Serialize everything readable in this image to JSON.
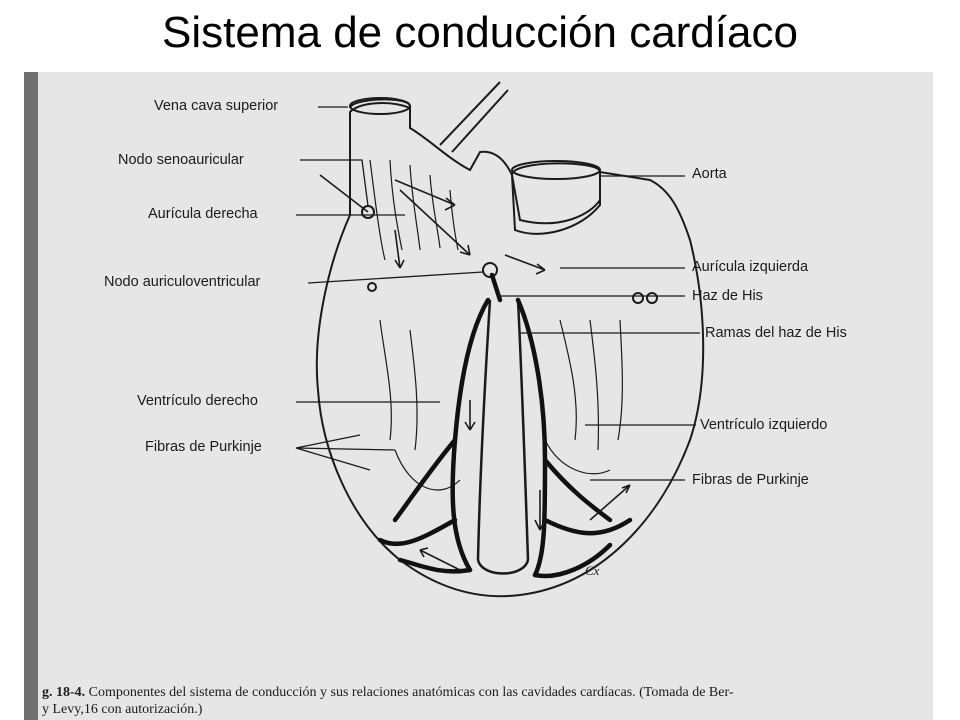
{
  "title": "Sistema de conducción cardíaco",
  "labels": {
    "vena_cava": "Vena cava superior",
    "nodo_seno": "Nodo senoauricular",
    "auricula_der": "Aurícula derecha",
    "nodo_av": "Nodo auriculoventricular",
    "ventriculo_der": "Ventrículo derecho",
    "purkinje_izq": "Fibras de Purkinje",
    "aorta": "Aorta",
    "auricula_izq": "Aurícula izquierda",
    "haz_his": "Haz de His",
    "ramas_his": "Ramas del haz de His",
    "ventriculo_izq": "Ventrículo izquierdo",
    "purkinje_der": "Fibras de Purkinje"
  },
  "signature": "Cx",
  "caption": {
    "line1_prefix": "g. 18-4.",
    "line1": "Componentes del sistema de conducción y sus relaciones anatómicas con las cavidades cardíacas. (Tomada de Ber-",
    "line2": "y Levy,16 con autorización.)"
  },
  "colors": {
    "background": "#ffffff",
    "scan": "#e6e6e6",
    "ink": "#1b1b1b"
  }
}
